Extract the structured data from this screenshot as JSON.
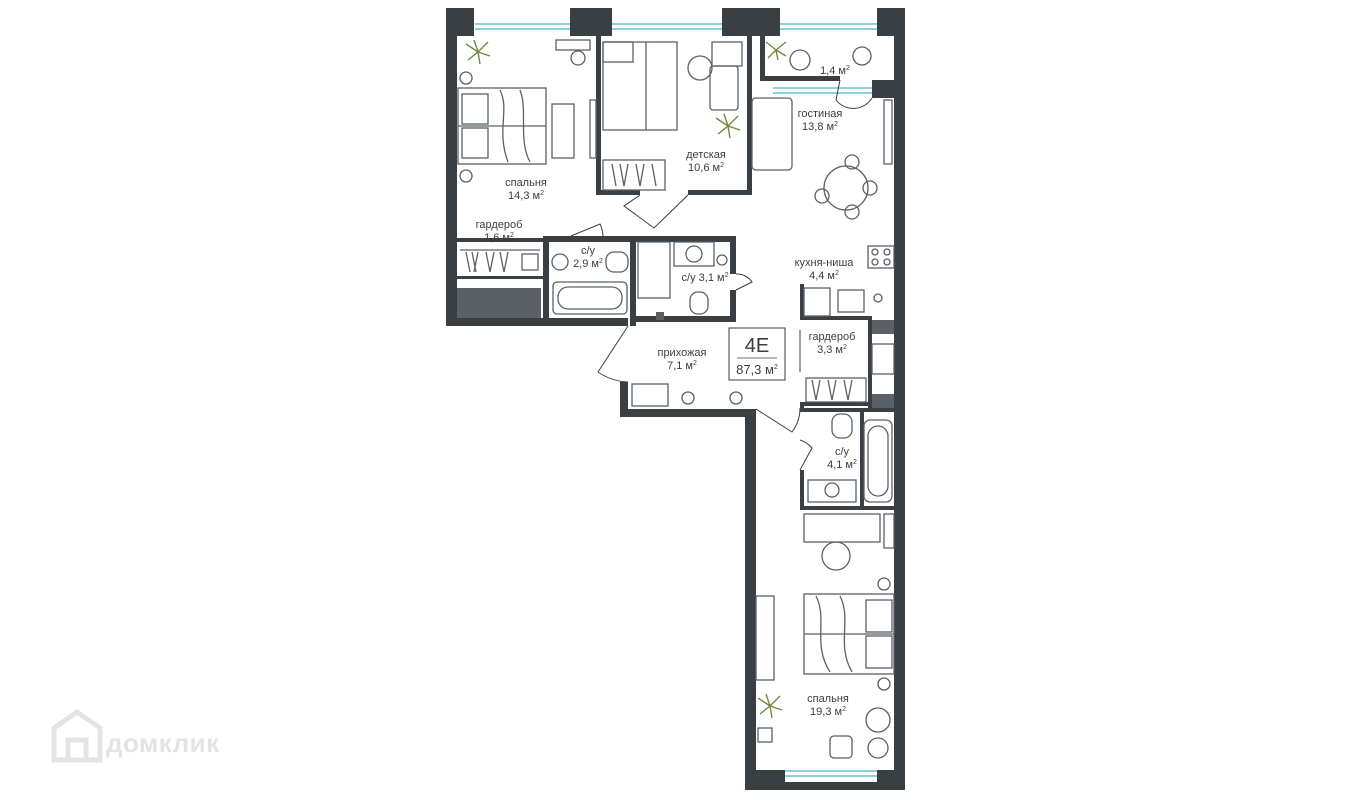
{
  "plan": {
    "unit_code": "4E",
    "total_area": "87,3 м",
    "area_sup": "2",
    "watermark": "домклик",
    "colors": {
      "wall": "#3a3f44",
      "furniture": "#5b6066",
      "window": "#8fd0dc",
      "plant": "#6f8a3a",
      "watermark": "#e4e4e4"
    },
    "rooms": [
      {
        "id": "bedroom1",
        "name": "спальня",
        "area": "14,3 м"
      },
      {
        "id": "wardrobe1",
        "name": "гардероб",
        "area": "1,6 м"
      },
      {
        "id": "bath1",
        "name": "с/у",
        "area": "2,9 м"
      },
      {
        "id": "bath2",
        "name": "с/у 3,1 м",
        "area": ""
      },
      {
        "id": "kids",
        "name": "детская",
        "area": "10,6 м"
      },
      {
        "id": "balcony",
        "name": "",
        "area": "1,4 м"
      },
      {
        "id": "living",
        "name": "гостиная",
        "area": "13,8 м"
      },
      {
        "id": "kitchen",
        "name": "кухня-ниша",
        "area": "4,4 м"
      },
      {
        "id": "hall",
        "name": "прихожая",
        "area": "7,1 м"
      },
      {
        "id": "wardrobe2",
        "name": "гардероб",
        "area": "3,3 м"
      },
      {
        "id": "bath3",
        "name": "с/у",
        "area": "4,1 м"
      },
      {
        "id": "bedroom2",
        "name": "спальня",
        "area": "19,3 м"
      }
    ]
  }
}
